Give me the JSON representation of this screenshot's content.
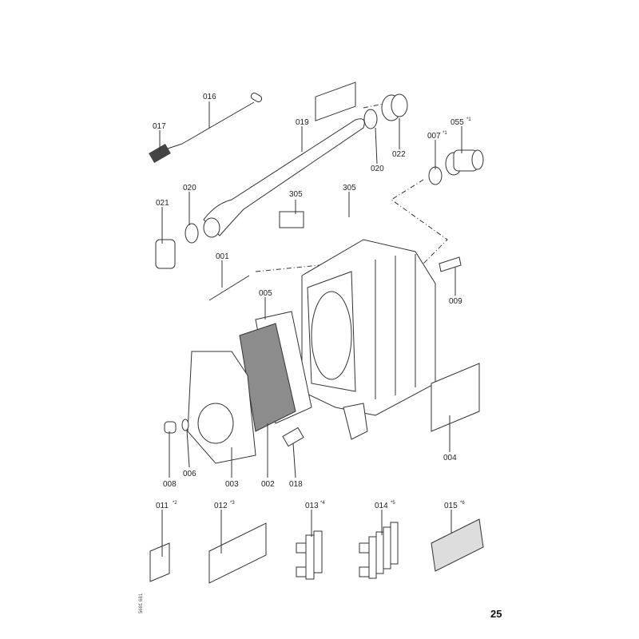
{
  "parts": {
    "p016": "016",
    "p017": "017",
    "p019": "019",
    "p020a": "020",
    "p022": "022",
    "p007": "007",
    "p007_note": "*1",
    "p055": "055",
    "p055_note": "*1",
    "p305a": "305",
    "p305b": "305",
    "p020b": "020",
    "p021": "021",
    "p001": "001",
    "p005": "005",
    "p009": "009",
    "p004": "004",
    "p008": "008",
    "p006": "006",
    "p003": "003",
    "p002": "002",
    "p018": "018",
    "p011": "011",
    "p011_note": "*2",
    "p012": "012",
    "p012_note": "*3",
    "p013": "013",
    "p013_note": "*4",
    "p014": "014",
    "p014_note": "*5",
    "p015": "015",
    "p015_note": "*6"
  },
  "doc_number": "5681 681",
  "page_number": "25"
}
